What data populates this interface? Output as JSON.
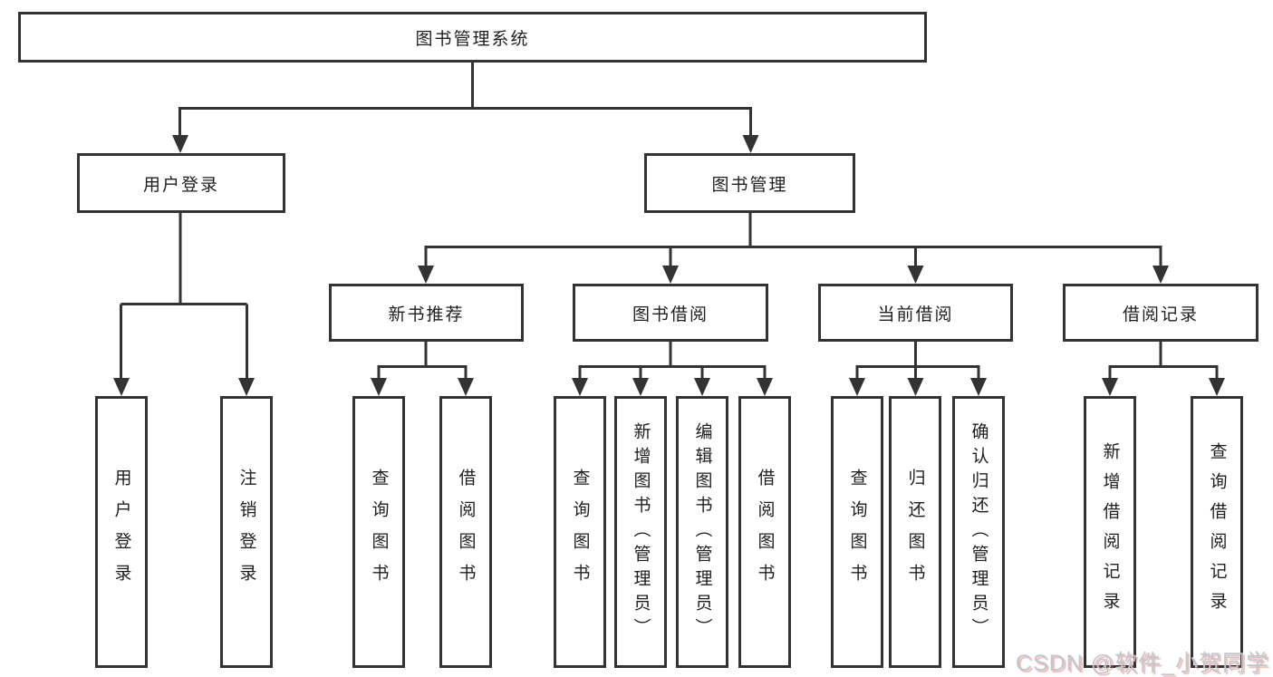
{
  "tree": {
    "root": {
      "label": "图书管理系统"
    },
    "children": [
      {
        "label": "用户登录",
        "children": [
          {
            "label": "用户登录"
          },
          {
            "label": "注销登录"
          }
        ]
      },
      {
        "label": "图书管理",
        "children": [
          {
            "label": "新书推荐",
            "children": [
              {
                "label": "查询图书"
              },
              {
                "label": "借阅图书"
              }
            ]
          },
          {
            "label": "图书借阅",
            "children": [
              {
                "label": "查询图书"
              },
              {
                "label": "新增图书（管理员）"
              },
              {
                "label": "编辑图书（管理员）"
              },
              {
                "label": "借阅图书"
              }
            ]
          },
          {
            "label": "当前借阅",
            "children": [
              {
                "label": "查询图书"
              },
              {
                "label": "归还图书"
              },
              {
                "label": "确认归还（管理员）"
              }
            ]
          },
          {
            "label": "借阅记录",
            "children": [
              {
                "label": "新增借阅记录"
              },
              {
                "label": "查询借阅记录"
              }
            ]
          }
        ]
      }
    ]
  },
  "watermark": {
    "text": "CSDN @软件_小贺同学"
  },
  "colors": {
    "line": "#333333",
    "text": "#1f1f1f",
    "background": "#ffffff",
    "watermark": "#c3c6cb"
  }
}
